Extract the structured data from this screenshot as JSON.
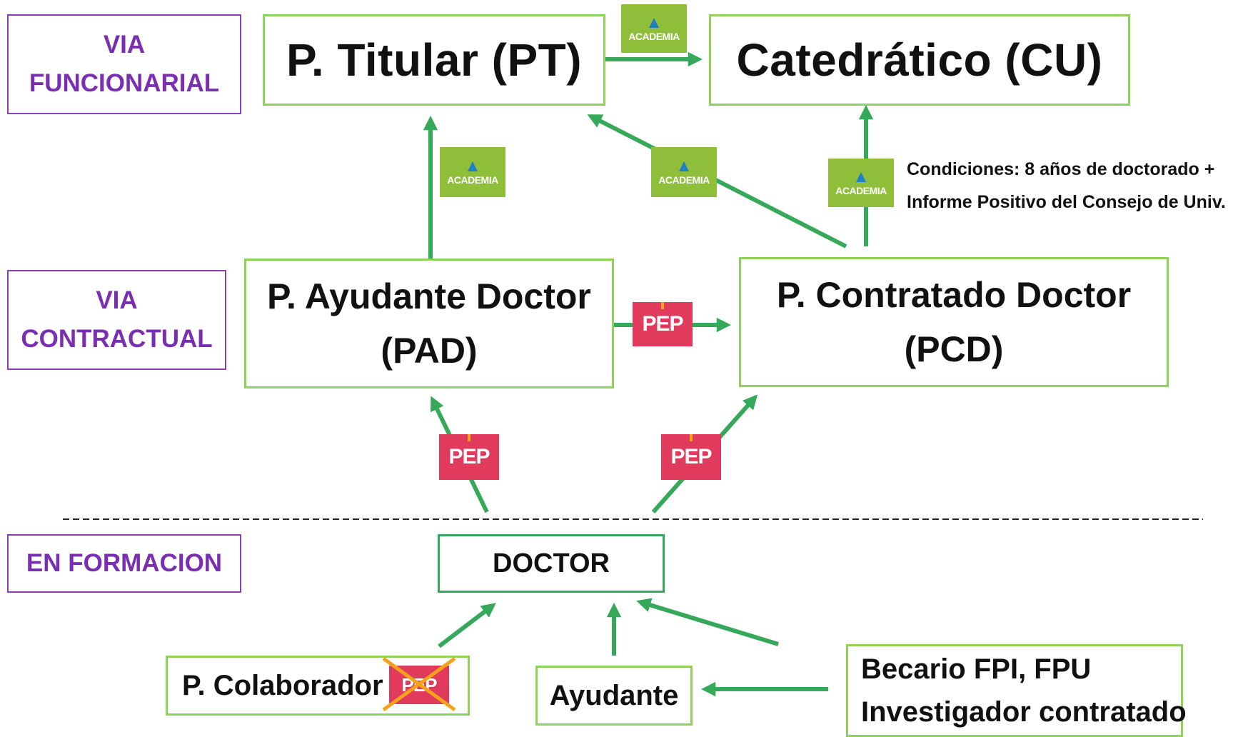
{
  "categories": {
    "funcionarial": [
      "VIA",
      "FUNCIONARIAL"
    ],
    "contractual": [
      "VIA",
      "CONTRACTUAL"
    ],
    "formacion": "EN FORMACION"
  },
  "positions": {
    "titular": "P.  Titular (PT)",
    "catedratico": "Catedrático  (CU)",
    "ayudante_doctor": [
      "P. Ayudante Doctor",
      "(PAD)"
    ],
    "contratado_doctor": [
      "P. Contratado Doctor",
      "(PCD)"
    ],
    "doctor": "DOCTOR",
    "colaborador": "P. Colaborador",
    "ayudante": "Ayudante",
    "becario": [
      "Becario FPI, FPU",
      "Investigador contratado"
    ]
  },
  "badges": {
    "academia": "ACADEMIA",
    "pep": "PEP"
  },
  "note": {
    "line1": "Condiciones: 8 años de doctorado +",
    "line2": "Informe Positivo del Consejo de Univ."
  },
  "colors": {
    "arrow": "#35a85a",
    "box_border": "#8ed25a",
    "category_border": "#8a3fb8",
    "category_text": "#7a2fb0",
    "academia_badge": "#8fbf3a",
    "academia_icon": "#1f7fc4",
    "pep_badge": "#e03a5c",
    "cross": "#f4a21c"
  },
  "icons": {
    "academia_logo": "a-triangle-icon",
    "cancel_mark": "cross-out-icon"
  }
}
